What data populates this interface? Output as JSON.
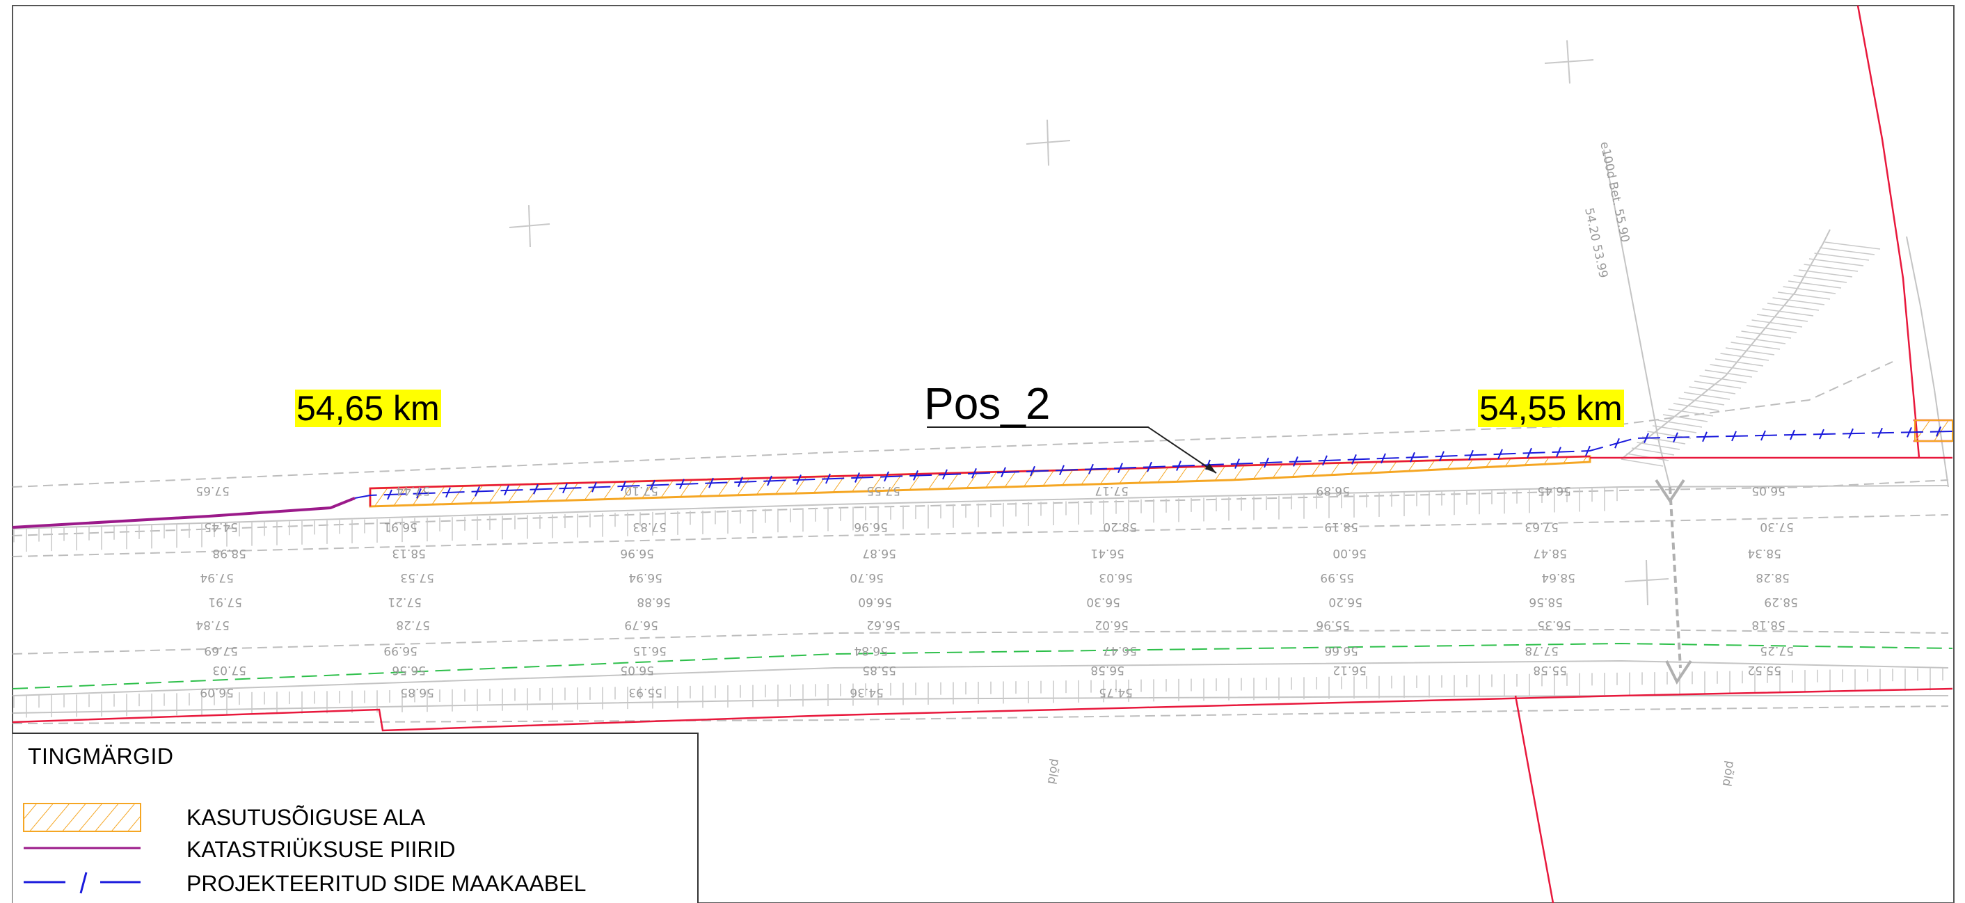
{
  "map": {
    "km_labels": [
      "54,65 km",
      "54,55 km"
    ],
    "position_label": "Pos_2",
    "survey_text": {
      "elevations": [
        "57.65",
        "57.44",
        "57.10",
        "57.55",
        "57.17",
        "56.89",
        "56.45",
        "56.05",
        "54.45",
        "56.91",
        "57.83",
        "56.96",
        "58.20",
        "58.19",
        "57.63",
        "57.30",
        "58.98",
        "58.13",
        "56.96",
        "56.87",
        "56.41",
        "56.00",
        "58.47",
        "58.34",
        "57.94",
        "57.53",
        "56.94",
        "56.70",
        "56.03",
        "55.99",
        "58.64",
        "58.28",
        "57.91",
        "57.21",
        "56.88",
        "56.60",
        "56.30",
        "56.20",
        "58.56",
        "58.29",
        "57.84",
        "57.28",
        "56.79",
        "56.62",
        "56.02",
        "55.96",
        "56.35",
        "58.18",
        "57.69",
        "56.99",
        "56.15",
        "56.84",
        "56.47",
        "56.66",
        "57.78",
        "57.25",
        "57.03",
        "56.56",
        "56.05",
        "55.85",
        "56.58",
        "56.12",
        "55.58",
        "55.52",
        "56.09",
        "56.85",
        "55.93",
        "54.36",
        "54.75"
      ],
      "pipe_annotation": [
        "e100d Bet. 55.90",
        "54.20 53.99"
      ],
      "field_labels": [
        "põld",
        "põld"
      ]
    },
    "colors": {
      "usage_area": "#f5a623",
      "cadastral_border": "#e8183c",
      "cable": "#1a1adc",
      "survey": "#b5b5b5",
      "km_highlight": "#ffff00",
      "green_line": "#2dbf4a"
    }
  },
  "legend": {
    "title": "TINGMÄRGID",
    "items": [
      {
        "symbol": "hatch",
        "label": "KASUTUSÕIGUSE ALA"
      },
      {
        "symbol": "magenta-line",
        "label": "KATASTRIÜKSUSE PIIRID"
      },
      {
        "symbol": "dash-slash-line",
        "label": "PROJEKTEERITUD SIDE MAAKAABEL"
      }
    ]
  }
}
